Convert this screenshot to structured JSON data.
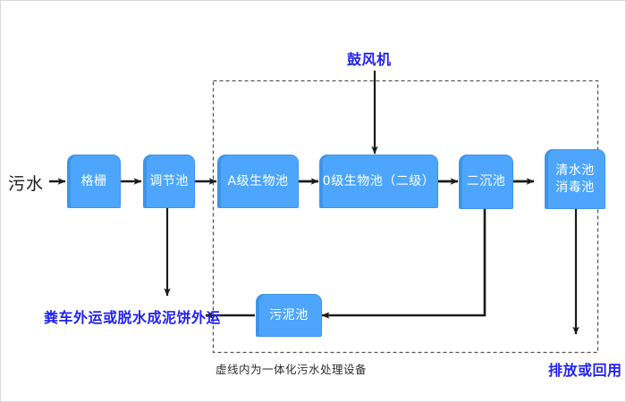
{
  "diagram": {
    "title_top": "鼓风机",
    "inlet_label": "污水",
    "caption": "虚线内为一体化污水处理设备",
    "sludge_outlet_label": "粪车外运或脱水成泥饼外运",
    "effluent_outlet_label": "排放或回用",
    "colors": {
      "node_fill": "#4da6fb",
      "node_stroke": "#3f93e4",
      "node_text": "#ffffff",
      "arrow": "#1a1a1a",
      "blue_text": "#2222ee",
      "black_text": "#1a1a1a",
      "dashed_boundary": "#555555",
      "background": "#ffffff"
    },
    "nodes": [
      {
        "id": "grid",
        "label": "格栅"
      },
      {
        "id": "regulate",
        "label": "调节池"
      },
      {
        "id": "a_stage",
        "label": "A级生物池"
      },
      {
        "id": "o_stage",
        "label": "0级生物池（二级）"
      },
      {
        "id": "secondary",
        "label": "二沉池"
      },
      {
        "id": "clearwater",
        "label_line1": "清水池",
        "label_line2": "消毒池"
      },
      {
        "id": "sludge",
        "label": "污泥池"
      }
    ],
    "boundary": {
      "style": "dashed",
      "note": "一体化污水处理设备范围"
    }
  }
}
